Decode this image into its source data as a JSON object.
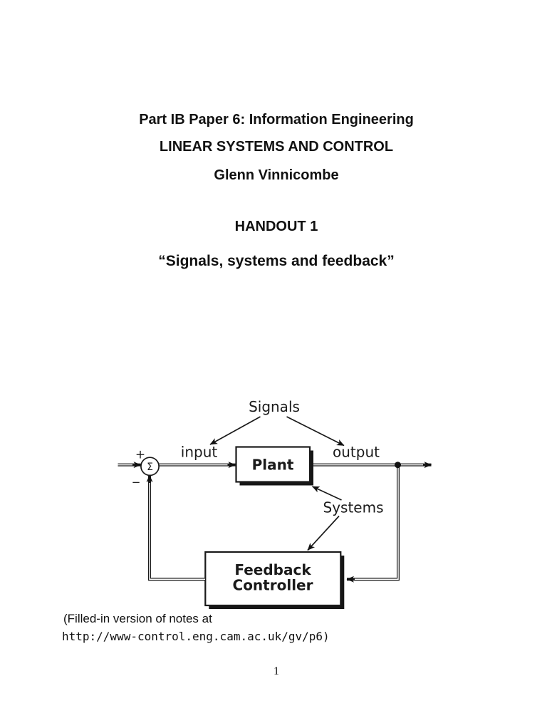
{
  "header": {
    "line1": "Part IB Paper 6: Information Engineering",
    "line2": "LINEAR SYSTEMS AND CONTROL",
    "line3": "Glenn Vinnicombe",
    "handout": "HANDOUT 1",
    "subtitle": "“Signals, systems and feedback”"
  },
  "diagram": {
    "signals_label": "Signals",
    "input_label": "input",
    "output_label": "output",
    "systems_label": "Systems",
    "plant_label": "Plant",
    "feedback_line1": "Feedback",
    "feedback_line2": "Controller",
    "sum_symbol": "Σ",
    "plus_sign": "+",
    "minus_sign": "−",
    "accent_color": "#e8281e",
    "line_color": "#1a1a1a"
  },
  "footer": {
    "note_line1": "(Filled-in version of notes at",
    "note_line2": "http://www-control.eng.cam.ac.uk/gv/p6)",
    "page_number": "1"
  }
}
